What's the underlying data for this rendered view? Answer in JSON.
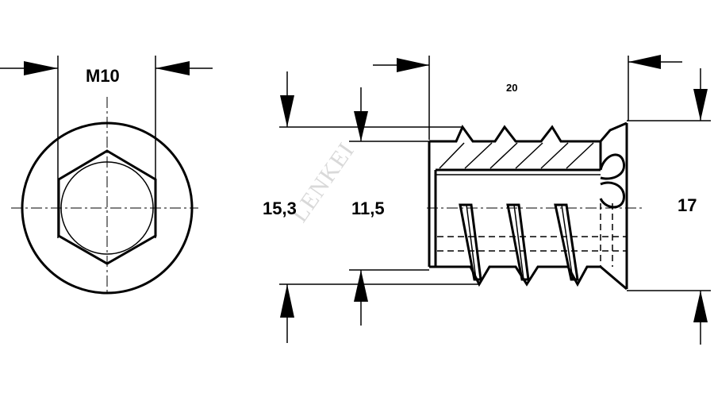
{
  "dimensions": {
    "thread": "M10",
    "length": "20",
    "outer_diameter": "15,3",
    "inner_diameter": "11,5",
    "flange_diameter": "17"
  },
  "watermark": "LENKEI"
}
